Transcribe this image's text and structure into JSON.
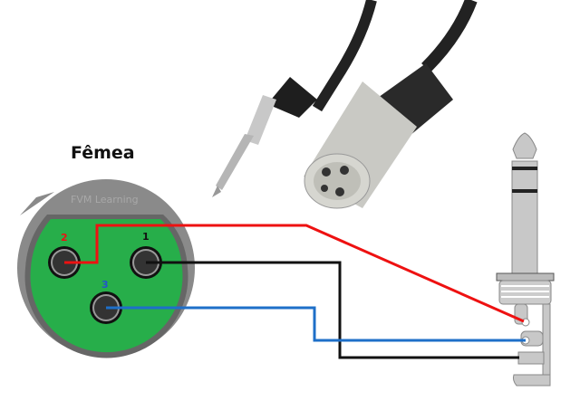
{
  "title": "Fêmea",
  "watermark": "FVM Learning",
  "pins": [
    {
      "label": "2",
      "color": "#ee1111"
    },
    {
      "label": "1",
      "color": "#111111"
    },
    {
      "label": "3",
      "color": "#2255cc"
    }
  ],
  "colors": {
    "green": "#27ae4a",
    "housing": "#8a8a8a",
    "red_wire": "#ee1111",
    "black_wire": "#111111",
    "blue_wire": "#1e6fc8"
  }
}
